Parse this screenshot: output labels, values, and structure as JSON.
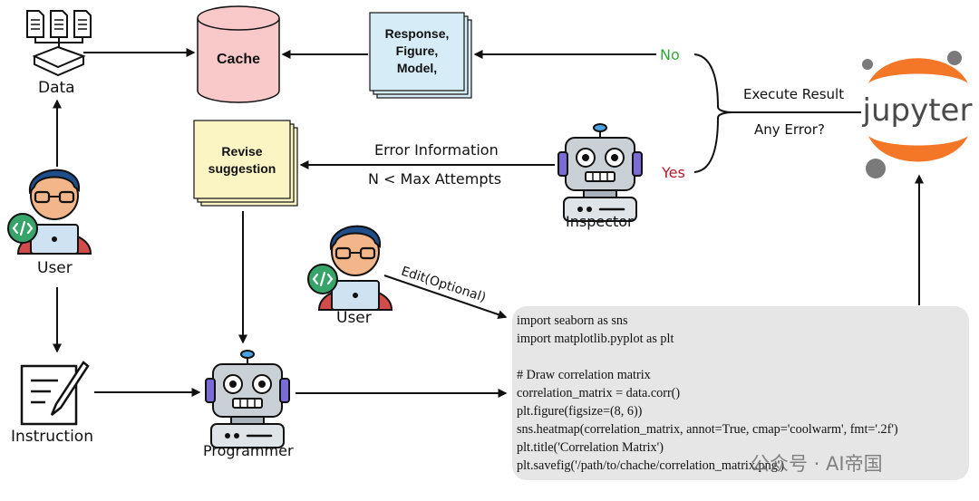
{
  "nodes": {
    "data": "Data",
    "cache": "Cache",
    "response_card": [
      "Response,",
      "Figure,",
      "Model,"
    ],
    "revise_card": [
      "Revise",
      "suggestion"
    ],
    "user_left": "User",
    "user_middle": "User",
    "instruction": "Instruction",
    "programmer": "Programmer",
    "inspector": "Inspector",
    "jupyter": "jupyter"
  },
  "edges": {
    "no": "No",
    "yes": "Yes",
    "execute_result": "Execute Result",
    "any_error": "Any Error?",
    "error_information": "Error Information",
    "n_max_attempts": "N < Max Attempts",
    "edit_optional": "Edit(Optional)"
  },
  "code": [
    "import seaborn as sns",
    "import matplotlib.pyplot as plt",
    "",
    "# Draw correlation matrix",
    "correlation_matrix = data.corr()",
    "plt.figure(figsize=(8, 6))",
    "sns.heatmap(correlation_matrix, annot=True, cmap='coolwarm', fmt='.2f')",
    "plt.title('Correlation Matrix')",
    "plt.savefig('/path/to/chache/correlation_matrix.png')"
  ],
  "watermark": "公众号 · AI帝国",
  "colors": {
    "cache_fill": "#f9c9c9",
    "response_fill": "#d6ecf7",
    "revise_fill": "#fbf5c4",
    "no_green": "#35a63a",
    "yes_red": "#b21a2b",
    "jupyter_orange": "#f37726",
    "code_bg": "#e6e6e6"
  },
  "icons": [
    "data-files-icon",
    "database-icon",
    "user-avatar-icon",
    "robot-icon",
    "pencil-paper-icon",
    "jupyter-logo-icon",
    "wechat-icon",
    "code-badge-icon"
  ]
}
